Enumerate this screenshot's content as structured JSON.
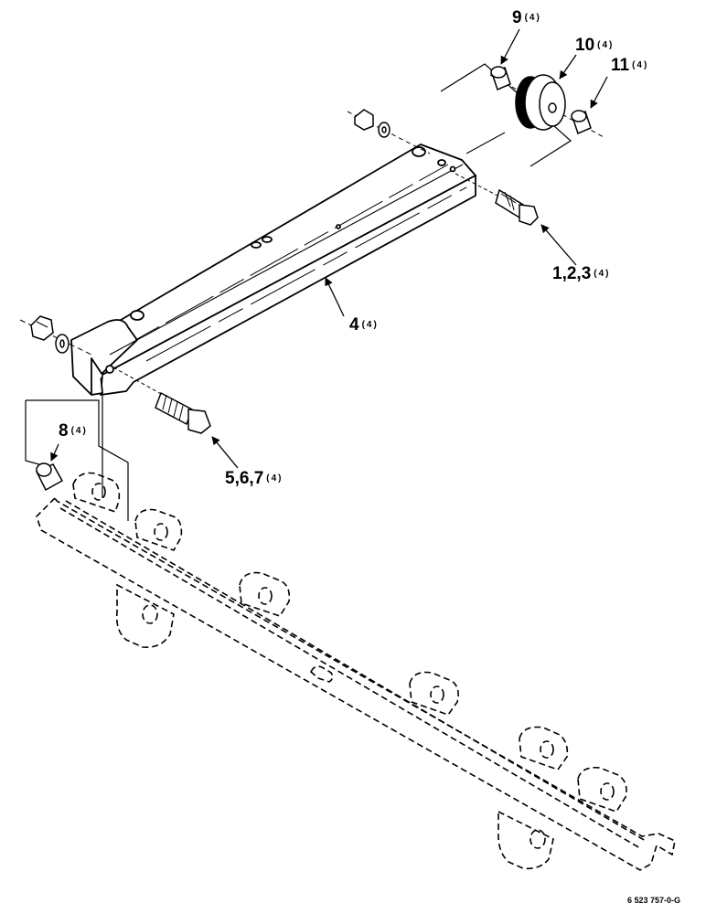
{
  "callouts": [
    {
      "id": "c9",
      "number": "9",
      "qty": "(4)"
    },
    {
      "id": "c10",
      "number": "10",
      "qty": "(4)"
    },
    {
      "id": "c11",
      "number": "11",
      "qty": "(4)"
    },
    {
      "id": "c123",
      "number": "1,2,3",
      "qty": "(4)"
    },
    {
      "id": "c4",
      "number": "4",
      "qty": "(4)"
    },
    {
      "id": "c8",
      "number": "8",
      "qty": "(4)"
    },
    {
      "id": "c567",
      "number": "5,6,7",
      "qty": "(4)"
    }
  ],
  "drawing_number": "6 523 757-0-G"
}
